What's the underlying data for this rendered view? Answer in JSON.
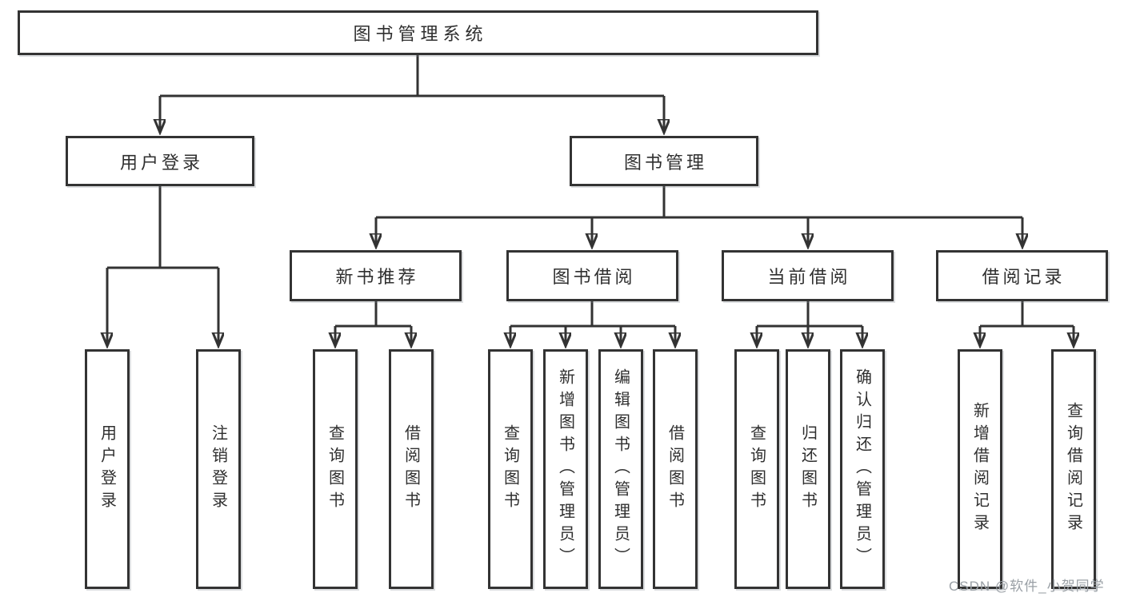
{
  "colors": {
    "line": "#333333",
    "text": "#2f2f2f",
    "box_bg": "#ffffff",
    "watermark": "#9aa0a6"
  },
  "watermark": {
    "text": "CSDN @软件_小贺同学"
  },
  "nodes": {
    "root": {
      "label": "图书管理系统"
    },
    "user_login": {
      "label": "用户登录"
    },
    "book_mgmt": {
      "label": "图书管理"
    },
    "new_books": {
      "label": "新书推荐"
    },
    "book_borrow": {
      "label": "图书借阅"
    },
    "current_borrow": {
      "label": "当前借阅"
    },
    "borrow_records": {
      "label": "借阅记录"
    },
    "leaf_user_login": {
      "label": "用户登录"
    },
    "leaf_logout": {
      "label": "注销登录"
    },
    "leaf_query_books_rec": {
      "label": "查询图书"
    },
    "leaf_borrow_books_rec": {
      "label": "借阅图书"
    },
    "leaf_query_books_borrow": {
      "label": "查询图书"
    },
    "leaf_add_books": {
      "label": "新增图书（管理员）"
    },
    "leaf_edit_books": {
      "label": "编辑图书（管理员）"
    },
    "leaf_borrow_books": {
      "label": "借阅图书"
    },
    "leaf_query_books_current": {
      "label": "查询图书"
    },
    "leaf_return_books": {
      "label": "归还图书"
    },
    "leaf_confirm_return": {
      "label": "确认归还（管理员）"
    },
    "leaf_add_borrow_record": {
      "label": "新增借阅记录"
    },
    "leaf_query_borrow_record": {
      "label": "查询借阅记录"
    }
  }
}
